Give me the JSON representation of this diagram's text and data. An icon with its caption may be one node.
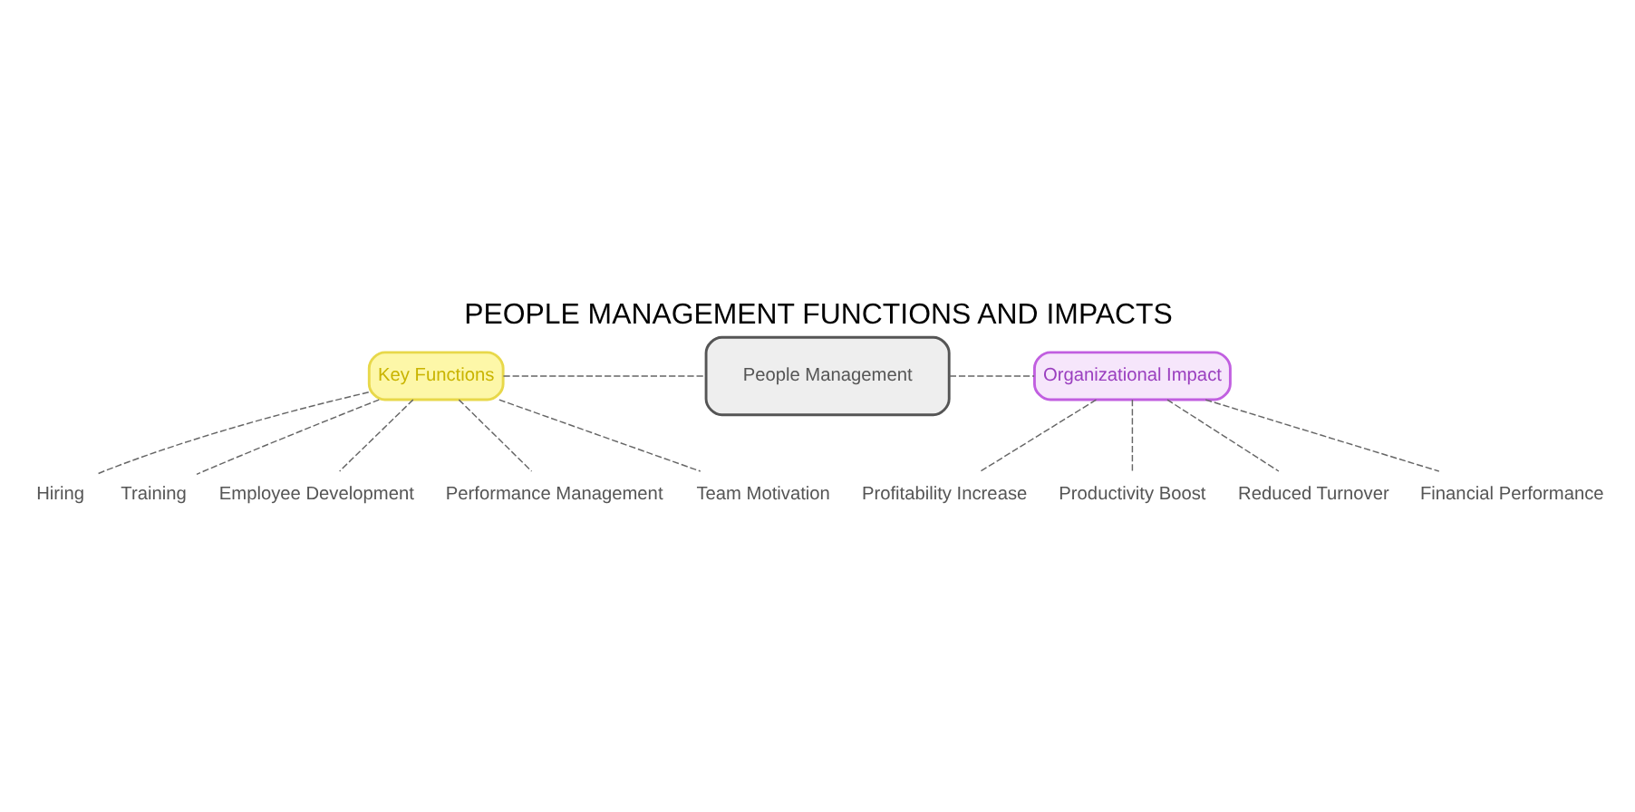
{
  "diagram": {
    "title": "PEOPLE MANAGEMENT FUNCTIONS AND IMPACTS",
    "nodes": [
      {
        "text": [
          "Key Functions"
        ]
      },
      {
        "text": [
          "People Management"
        ]
      },
      {
        "text": [
          "Organizational Impact"
        ]
      },
      {
        "text": [
          "Hiring"
        ]
      },
      {
        "text": [
          "Training"
        ]
      },
      {
        "text": [
          "Employee Development"
        ]
      },
      {
        "text": [
          "Performance Management"
        ]
      },
      {
        "text": [
          "Team Motivation"
        ]
      },
      {
        "text": [
          "Profitability Increase"
        ]
      },
      {
        "text": [
          "Productivity Boost"
        ]
      },
      {
        "text": [
          "Reduced Turnover"
        ]
      },
      {
        "text": [
          "Financial Performance"
        ]
      }
    ],
    "edges": [
      {
        "from": 0,
        "to": 1,
        "arrow": "none",
        "style": "dashed"
      },
      {
        "from": 1,
        "to": 2,
        "arrow": "none",
        "style": "dashed"
      },
      {
        "from": 0,
        "to": 3,
        "arrow": "none",
        "style": "dashed"
      },
      {
        "from": 0,
        "to": 4,
        "arrow": "none",
        "style": "dashed"
      },
      {
        "from": 0,
        "to": 5,
        "arrow": "none",
        "style": "dashed"
      },
      {
        "from": 0,
        "to": 6,
        "arrow": "none",
        "style": "dashed"
      },
      {
        "from": 0,
        "to": 7,
        "arrow": "none",
        "style": "dashed"
      },
      {
        "from": 2,
        "to": 8,
        "arrow": "none",
        "style": "dashed"
      },
      {
        "from": 2,
        "to": 9,
        "arrow": "none",
        "style": "dashed"
      },
      {
        "from": 2,
        "to": 10,
        "arrow": "none",
        "style": "dashed"
      },
      {
        "from": 2,
        "to": 11,
        "arrow": "none",
        "style": "dashed"
      }
    ]
  }
}
